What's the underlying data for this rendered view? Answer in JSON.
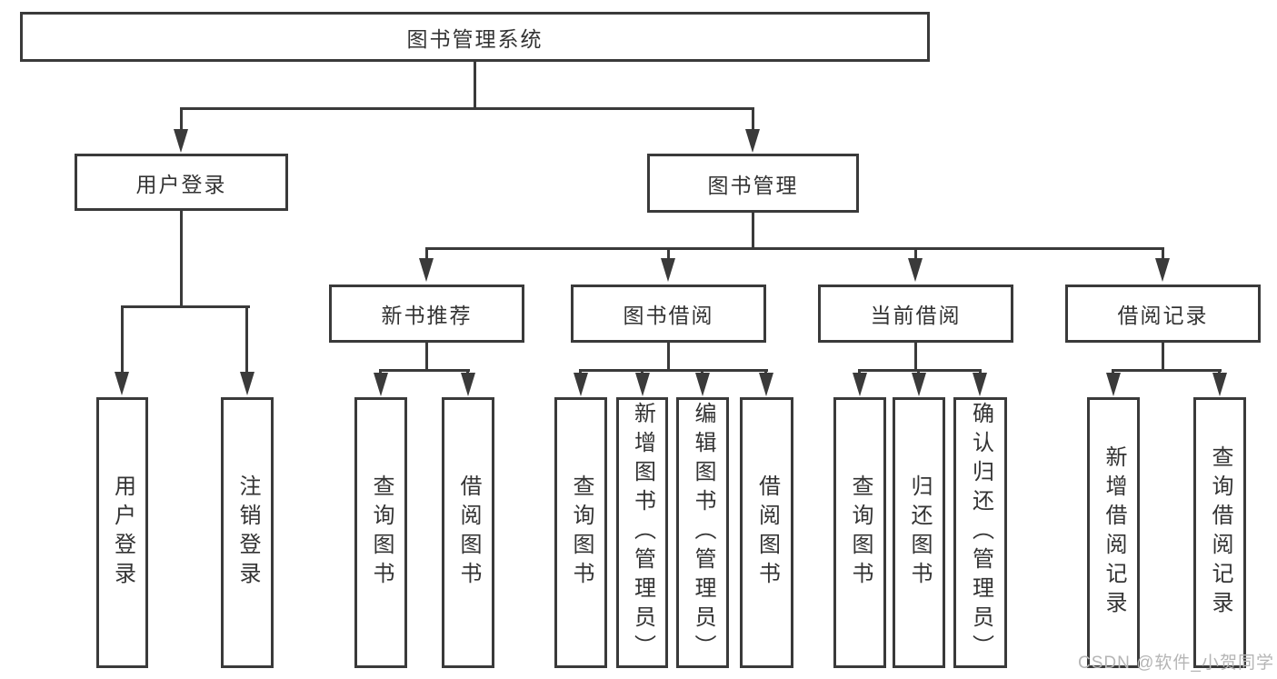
{
  "diagram_title": "图书管理系统",
  "tree": {
    "root": {
      "label": "图书管理系统"
    },
    "branches": {
      "user_login": {
        "label": "用户登录",
        "children": [
          {
            "label": "用户登录"
          },
          {
            "label": "注销登录"
          }
        ]
      },
      "book_management": {
        "label": "图书管理",
        "children": {
          "new_book_recommendation": {
            "label": "新书推荐",
            "children": [
              {
                "label": "查询图书"
              },
              {
                "label": "借阅图书"
              }
            ]
          },
          "book_borrowing": {
            "label": "图书借阅",
            "children": [
              {
                "label": "查询图书"
              },
              {
                "label": "新增图书（管理员）"
              },
              {
                "label": "编辑图书（管理员）"
              },
              {
                "label": "借阅图书"
              }
            ]
          },
          "current_borrowing": {
            "label": "当前借阅",
            "children": [
              {
                "label": "查询图书"
              },
              {
                "label": "归还图书"
              },
              {
                "label": "确认归还（管理员）"
              }
            ]
          },
          "borrowing_records": {
            "label": "借阅记录",
            "children": [
              {
                "label": "新增借阅记录"
              },
              {
                "label": "查询借阅记录"
              }
            ]
          }
        }
      }
    }
  },
  "watermark": {
    "text": "CSDN @软件_小贺同学"
  },
  "colors": {
    "line": "#3a3a3a",
    "text": "#333333",
    "background": "#ffffff",
    "watermark": "#b5b5b5"
  }
}
